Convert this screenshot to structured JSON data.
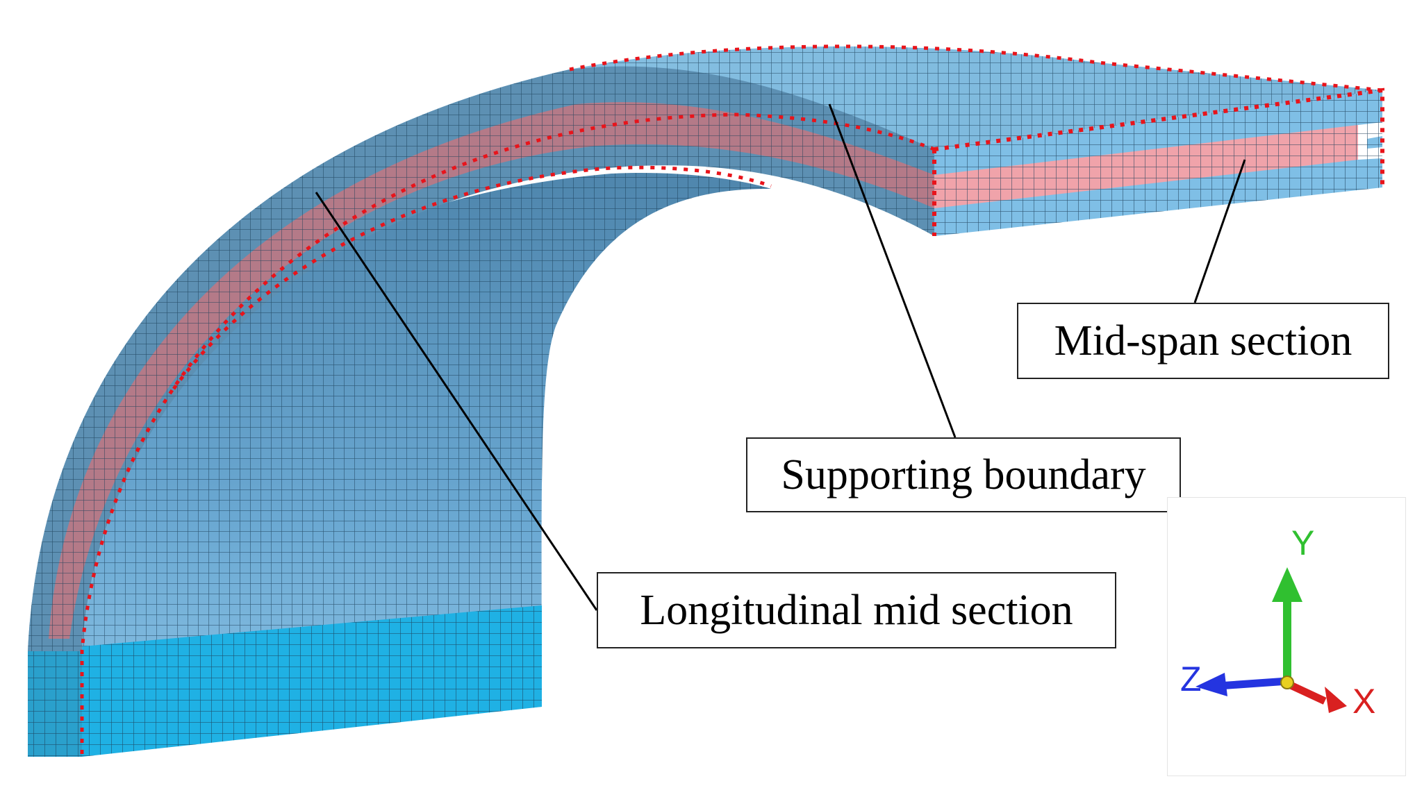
{
  "labels": {
    "midspan": "Mid-span section",
    "supporting": "Supporting boundary",
    "longitudinal": "Longitudinal mid section"
  },
  "axes": {
    "x": "X",
    "y": "Y",
    "z": "Z"
  },
  "colors": {
    "mesh_blue": "#6fb1d8",
    "mesh_dark_blue": "#4d7fa4",
    "base_cyan": "#1fb1e4",
    "core_pink": "#f0a3aa",
    "core_dark_pink": "#b06f7e",
    "boundary_red": "#e8141b",
    "axis_x": "#d92020",
    "axis_y": "#30c030",
    "axis_z": "#2434e0",
    "grid_line": "#1b3d57"
  }
}
